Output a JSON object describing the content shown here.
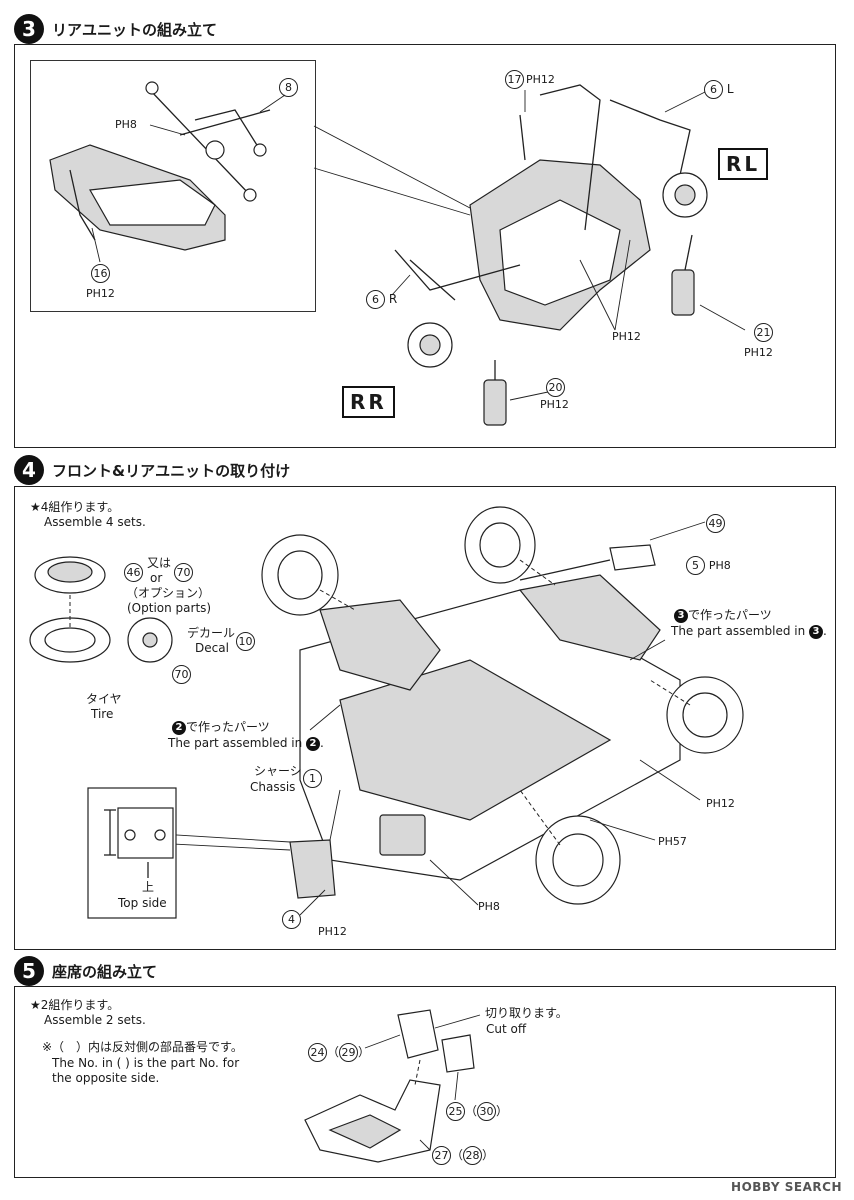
{
  "step3": {
    "number": "3",
    "title": "リアユニットの組み立て",
    "labels": {
      "p8_a": "8",
      "p8_ref": "PH8",
      "p16": "16",
      "p16_ref": "PH12",
      "p17": "17",
      "p17_ref": "PH12",
      "p6L": "6",
      "p6L_side": "L",
      "p6R": "6",
      "p6R_side": "R",
      "ph12_center": "PH12",
      "p21": "21",
      "p21_ref": "PH12",
      "p20": "20",
      "p20_ref": "PH12",
      "rl": "RL",
      "rr": "RR"
    }
  },
  "step4": {
    "number": "4",
    "title": "フロント&リアユニットの取り付け",
    "note_jp": "★4組作ります。",
    "note_en": "Assemble 4 sets.",
    "p46": "46",
    "or_jp": "又は",
    "or_en": "or",
    "p70a": "70",
    "option_jp": "（オプション）",
    "option_en": "(Option parts)",
    "decal_jp": "デカール",
    "decal_en": "Decal",
    "p10": "10",
    "p70b": "70",
    "tire_jp": "タイヤ",
    "tire_en": "Tire",
    "p49": "49",
    "p5": "5",
    "p5_ref": "PH8",
    "made3_jp": "で作ったパーツ",
    "made3_en": "The part assembled in",
    "made3_num": "3",
    "made2_jp": "で作ったパーツ",
    "made2_en": "The part assembled in",
    "made2_num": "2",
    "chassis_jp": "シャーシ",
    "chassis_en": "Chassis",
    "p1": "1",
    "ph12_right": "PH12",
    "ph57": "PH57",
    "ph8_bottom": "PH8",
    "p4": "4",
    "ph12_bottom": "PH12",
    "top_jp": "上",
    "top_en": "Top side"
  },
  "step5": {
    "number": "5",
    "title": "座席の組み立て",
    "note_jp": "★2組作ります。",
    "note_en": "Assemble 2 sets.",
    "opp_jp": "※（　）内は反対側の部品番号です。",
    "opp_en1": "The No. in (    ) is the part No. for",
    "opp_en2": "the opposite side.",
    "p24": "24",
    "p29": "29",
    "cut_jp": "切り取ります。",
    "cut_en": "Cut off",
    "p25": "25",
    "p30": "30",
    "p27": "27",
    "p28": "28"
  },
  "watermark": "HOBBY SEARCH"
}
